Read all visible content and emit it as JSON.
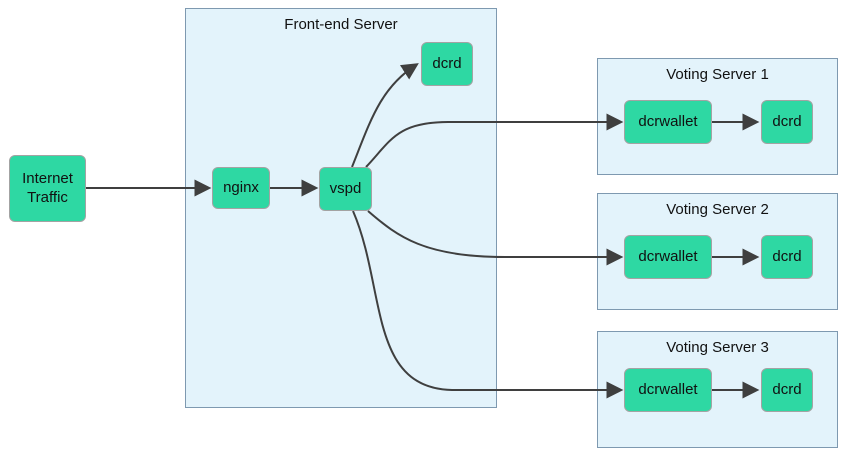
{
  "diagram_type": "flowchart",
  "groups": {
    "frontend": {
      "title": "Front-end Server"
    },
    "voting_servers": [
      {
        "title": "Voting Server 1",
        "wallet_label": "dcrwallet",
        "dcrd_label": "dcrd"
      },
      {
        "title": "Voting Server 2",
        "wallet_label": "dcrwallet",
        "dcrd_label": "dcrd"
      },
      {
        "title": "Voting Server 3",
        "wallet_label": "dcrwallet",
        "dcrd_label": "dcrd"
      }
    ]
  },
  "nodes": {
    "internet_traffic": {
      "lines": [
        "Internet",
        "Traffic"
      ]
    },
    "nginx": {
      "label": "nginx"
    },
    "vspd": {
      "label": "vspd"
    },
    "frontend_dcrd": {
      "label": "dcrd"
    }
  },
  "edges": [
    {
      "from": "Internet Traffic",
      "to": "nginx"
    },
    {
      "from": "nginx",
      "to": "vspd"
    },
    {
      "from": "vspd",
      "to": "dcrd (front-end)"
    },
    {
      "from": "vspd",
      "to": "dcrwallet (Voting Server 1)"
    },
    {
      "from": "vspd",
      "to": "dcrwallet (Voting Server 2)"
    },
    {
      "from": "vspd",
      "to": "dcrwallet (Voting Server 3)"
    },
    {
      "from": "dcrwallet (Voting Server 1)",
      "to": "dcrd (Voting Server 1)"
    },
    {
      "from": "dcrwallet (Voting Server 2)",
      "to": "dcrd (Voting Server 2)"
    },
    {
      "from": "dcrwallet (Voting Server 3)",
      "to": "dcrd (Voting Server 3)"
    }
  ],
  "colors": {
    "node_fill": "#2ed8a3",
    "node_border": "#a3a3a3",
    "group_fill": "#e3f3fb",
    "group_border": "#7e99b0",
    "arrow": "#3f3f3f",
    "background": "#ffffff",
    "text": "#111111"
  }
}
